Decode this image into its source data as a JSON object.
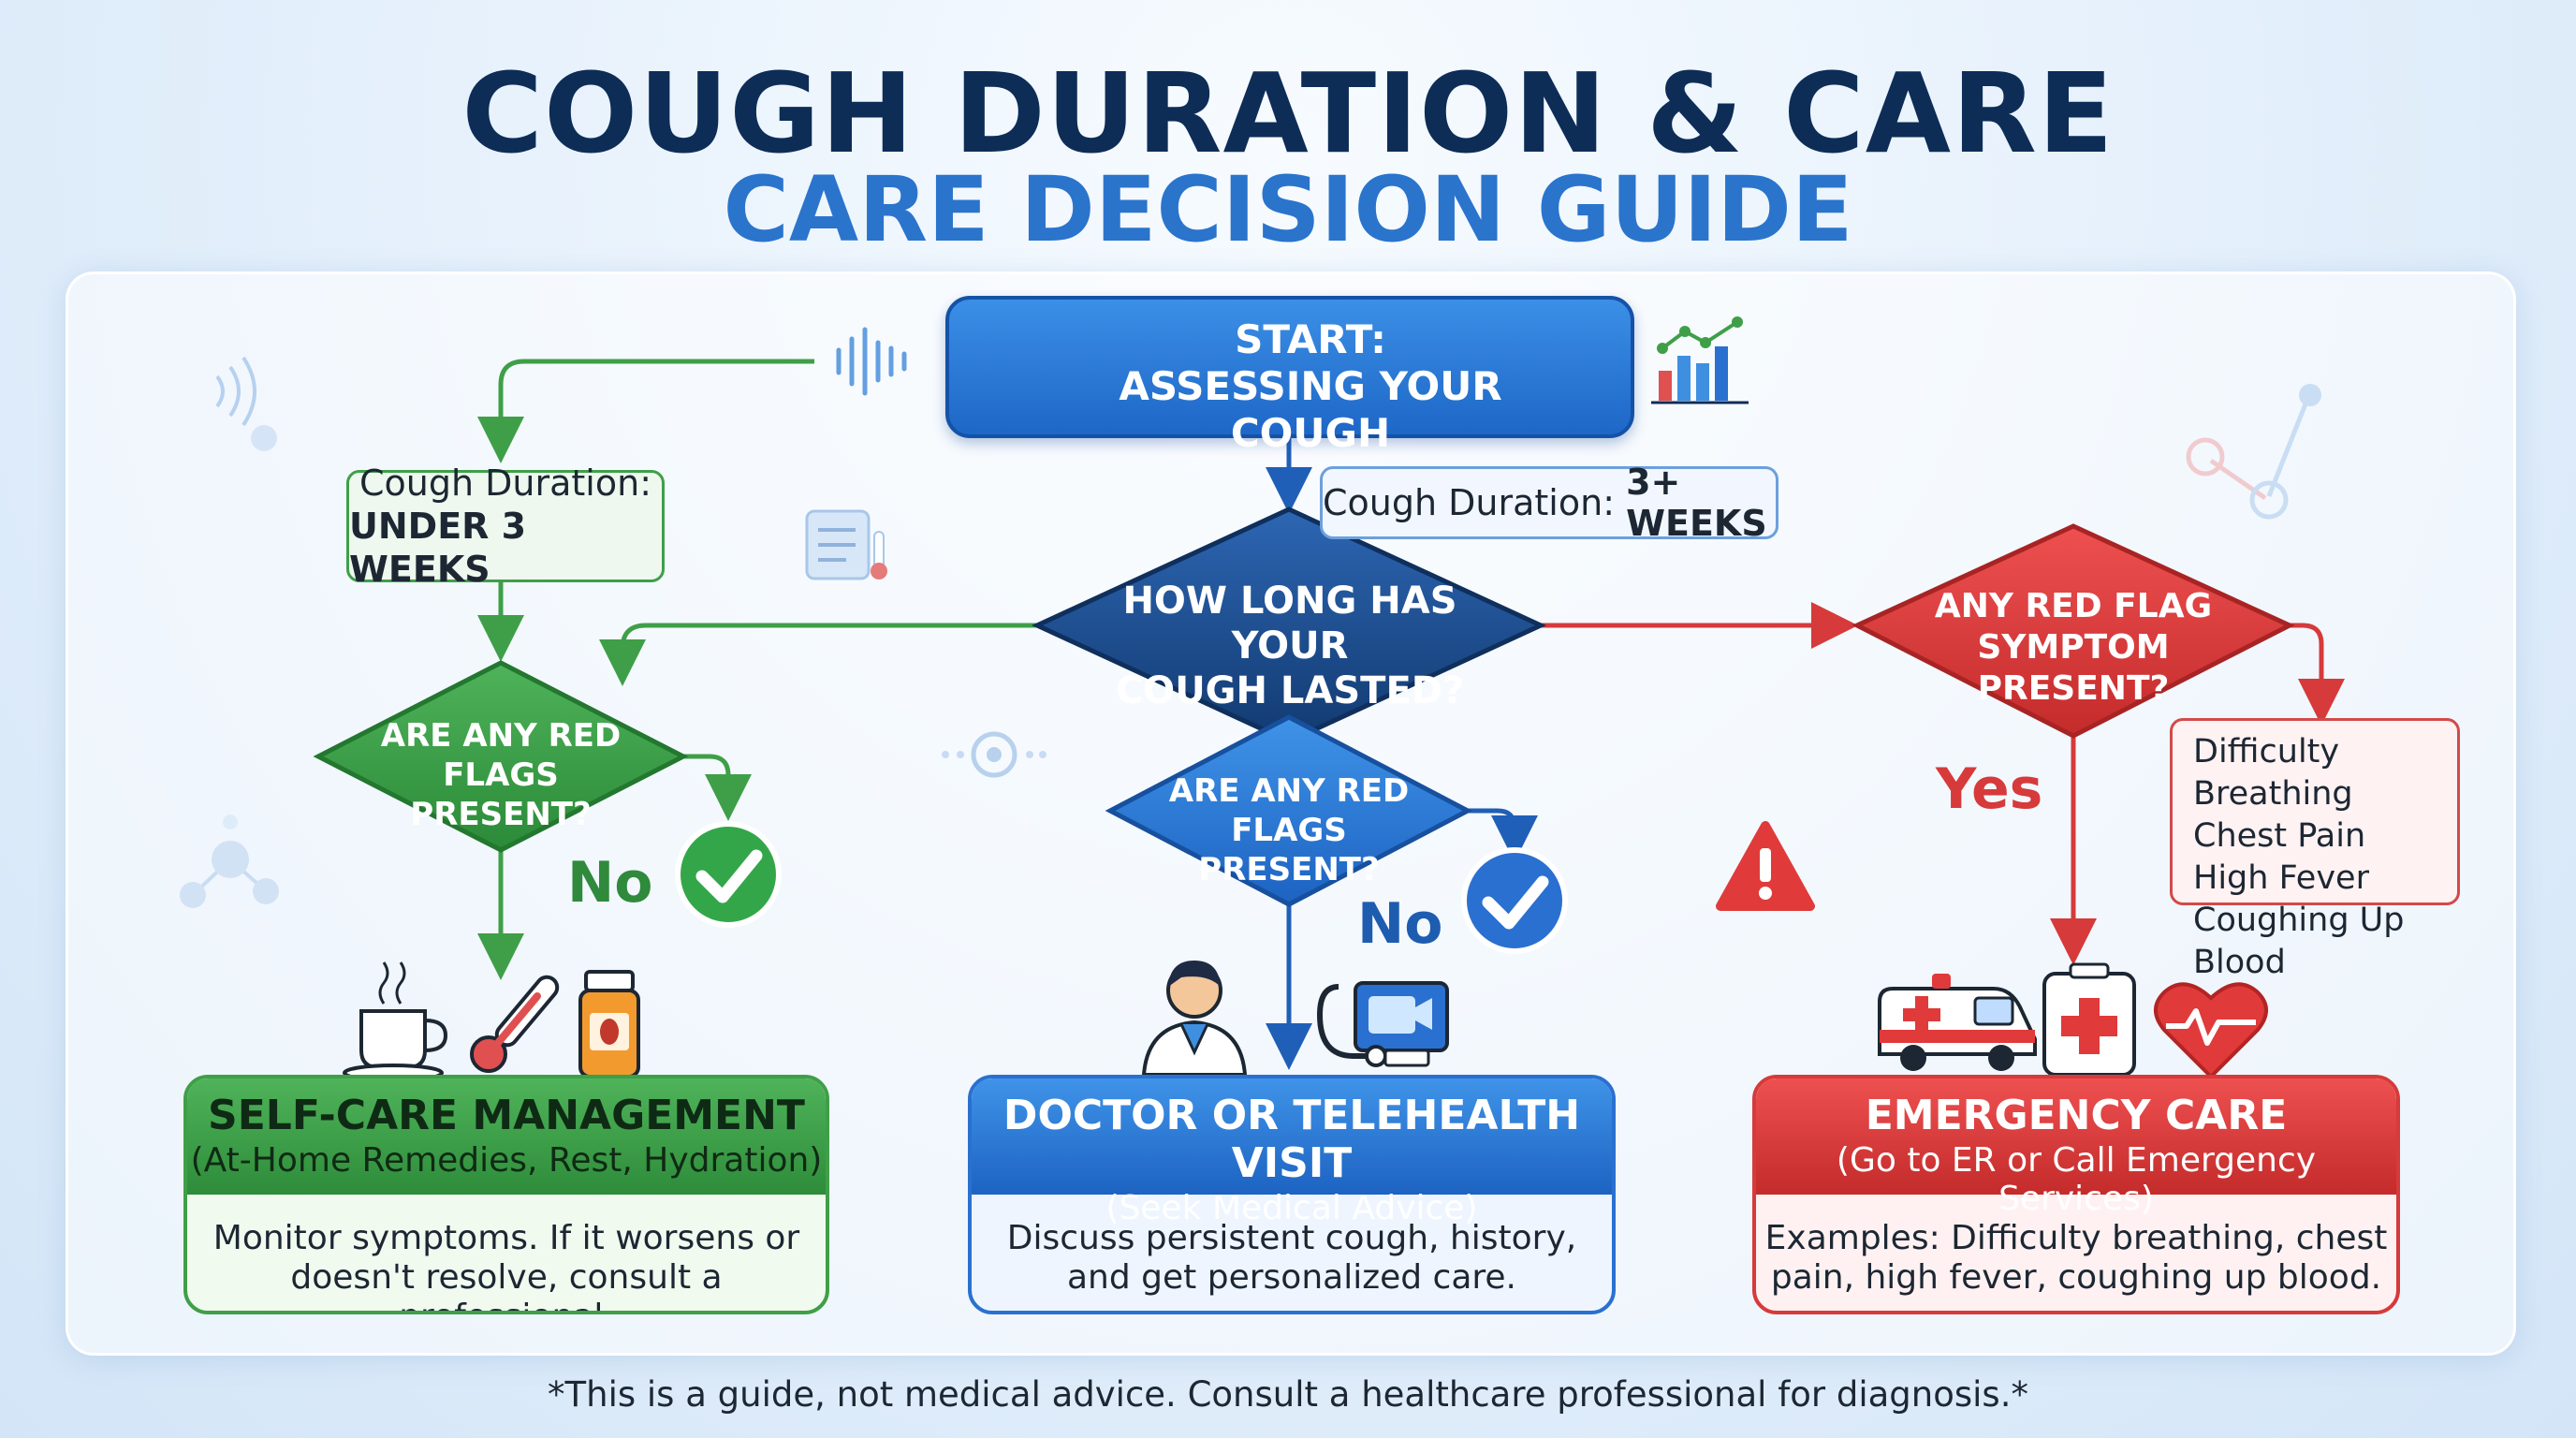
{
  "header": {
    "title": "COUGH DURATION & CARE",
    "subtitle": "CARE DECISION GUIDE"
  },
  "start": {
    "line1": "START:",
    "line2": "ASSESSING YOUR COUGH"
  },
  "duration_under": {
    "line1": "Cough Duration:",
    "line2": "UNDER 3 WEEKS"
  },
  "duration_over": {
    "prefix": "Cough Duration: ",
    "value": "3+ WEEKS"
  },
  "main_question": {
    "line1": "HOW LONG HAS YOUR",
    "line2": "COUGH LASTED?"
  },
  "left_question": {
    "line1": "ARE ANY RED",
    "line2": "FLAGS PRESENT?"
  },
  "middle_question": {
    "line1": "ARE ANY RED",
    "line2": "FLAGS PRESENT?"
  },
  "right_question": {
    "line1": "ANY RED FLAG",
    "line2": "SYMPTOM PRESENT?"
  },
  "answers": {
    "left_no": "No",
    "middle_no": "No",
    "right_yes": "Yes"
  },
  "red_flags": [
    "Difficulty Breathing",
    "Chest Pain",
    "High Fever",
    "Coughing Up Blood"
  ],
  "outcomes": {
    "self_care": {
      "title": "SELF-CARE MANAGEMENT",
      "subtitle": "(At-Home Remedies, Rest, Hydration)",
      "line1": "Monitor symptoms. If it worsens or",
      "line2": "doesn't resolve, consult a professional."
    },
    "doctor": {
      "title": "DOCTOR OR TELEHEALTH VISIT",
      "subtitle": "(Seek Medical Advice)",
      "line1": "Discuss persistent cough, history,",
      "line2": "and get personalized care."
    },
    "emergency": {
      "title": "EMERGENCY CARE",
      "subtitle": "(Go to ER or Call Emergency Services)",
      "line1": "Examples: Difficulty breathing, chest",
      "line2": "pain, high fever, coughing up blood."
    }
  },
  "footer": "*This is a guide, not medical advice. Consult a healthcare professional for diagnosis.*",
  "icons": [
    "coughing-person-icon",
    "chart-icon",
    "sound-wave-icon",
    "document-thermometer-icon",
    "check-icon",
    "warning-icon",
    "tea-cup-icon",
    "thermometer-icon",
    "medicine-bottle-icon",
    "doctor-icon",
    "telehealth-icon",
    "ambulance-icon",
    "first-aid-kit-icon",
    "heartbeat-icon"
  ],
  "colors": {
    "title": "#0d2d57",
    "subtitle": "#2a74cc",
    "green": "#3f9f48",
    "blue": "#1e67c7",
    "navy": "#173f78",
    "red": "#d63a3a"
  }
}
